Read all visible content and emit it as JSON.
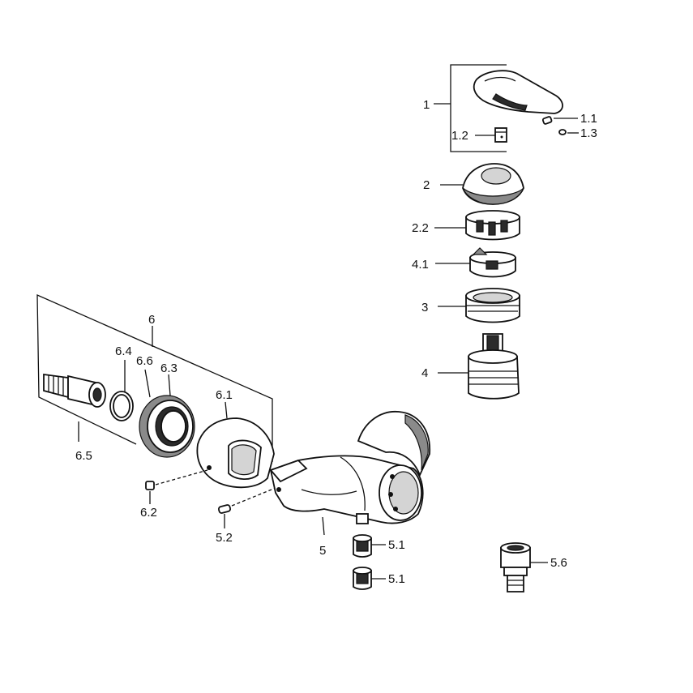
{
  "labels": {
    "l1": "1",
    "l1_1": "1.1",
    "l1_2": "1.2",
    "l1_3": "1.3",
    "l2": "2",
    "l2_2": "2.2",
    "l4_1": "4.1",
    "l3": "3",
    "l4": "4",
    "l6": "6",
    "l6_4": "6.4",
    "l6_6": "6.6",
    "l6_3": "6.3",
    "l6_1": "6.1",
    "l6_5": "6.5",
    "l6_2": "6.2",
    "l5_2": "5.2",
    "l5": "5",
    "l5_1a": "5.1",
    "l5_1b": "5.1",
    "l5_6": "5.6"
  }
}
